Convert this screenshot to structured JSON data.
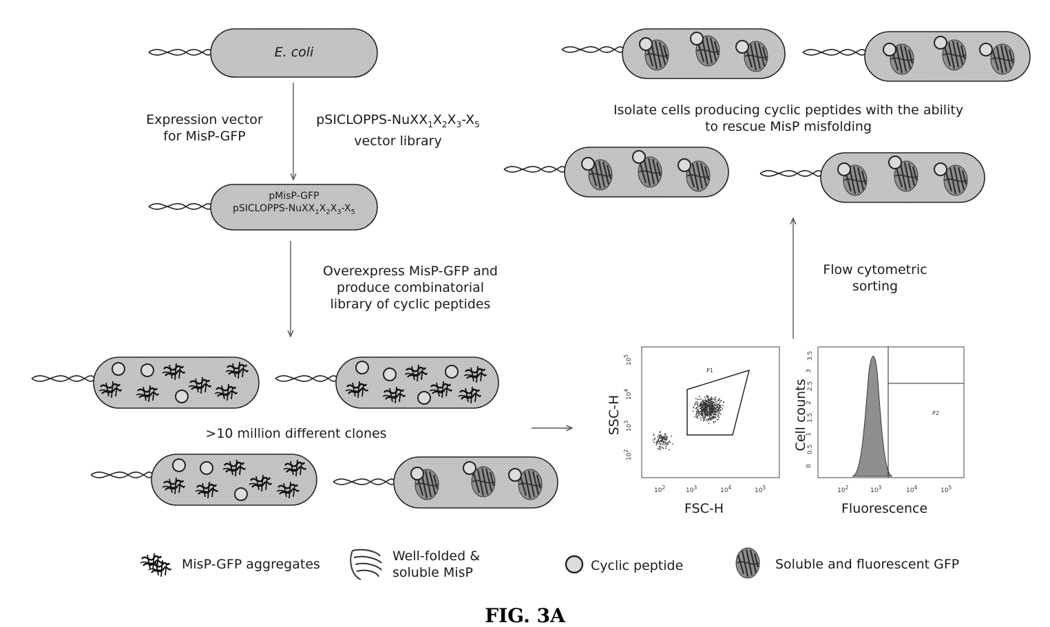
{
  "top_cell": {
    "label": "E. coli"
  },
  "left_steps": {
    "step1_left": [
      "Expression vector",
      "for MisP-GFP"
    ],
    "step1_right_line1": "pSICLOPPS-NuX",
    "step1_right_line2": "vector library",
    "plasmid_line1": "pMisP-GFP",
    "plasmid_line2": "pSICLOPPS-NuX",
    "step2": [
      "Overexpress MisP-GFP and",
      "produce combinatorial",
      "library of cyclic peptides"
    ],
    "clones": ">10 million different clones"
  },
  "right_steps": {
    "isolate": [
      "Isolate cells producing cyclic peptides with the ability",
      "to rescue MisP misfolding"
    ],
    "sorting": [
      "Flow cytometric",
      "sorting"
    ]
  },
  "plot_left": {
    "xlabel": "FSC-H",
    "ylabel": "SSC-H",
    "x_ticks": [
      "10",
      "10",
      "10",
      "10"
    ],
    "x_exp": [
      "2",
      "3",
      "4",
      "5"
    ],
    "y_ticks": [
      "10",
      "10",
      "10",
      "10"
    ],
    "y_exp": [
      "2",
      "3",
      "4",
      "5"
    ],
    "gate": "P1"
  },
  "plot_right": {
    "xlabel": "Fluorescence",
    "ylabel": "Cell counts",
    "x_ticks": [
      "10",
      "10",
      "10",
      "10"
    ],
    "x_exp": [
      "2",
      "3",
      "4",
      "5"
    ],
    "y_ticks": [
      "3.5",
      "3",
      "2.5",
      "2",
      "1.5",
      "1",
      "0.5",
      "0"
    ],
    "gate": "P2"
  },
  "legend": {
    "aggregates": "MisP-GFP aggregates",
    "well_folded": [
      "Well-folded &",
      "soluble MisP"
    ],
    "cyclic": "Cyclic peptide",
    "gfp": "Soluble and fluorescent GFP"
  },
  "figure_label": "FIG. 3A",
  "colors": {
    "cell_fill": "#c8c8c8",
    "stroke": "#222222",
    "ink": "#1a1a1a"
  }
}
